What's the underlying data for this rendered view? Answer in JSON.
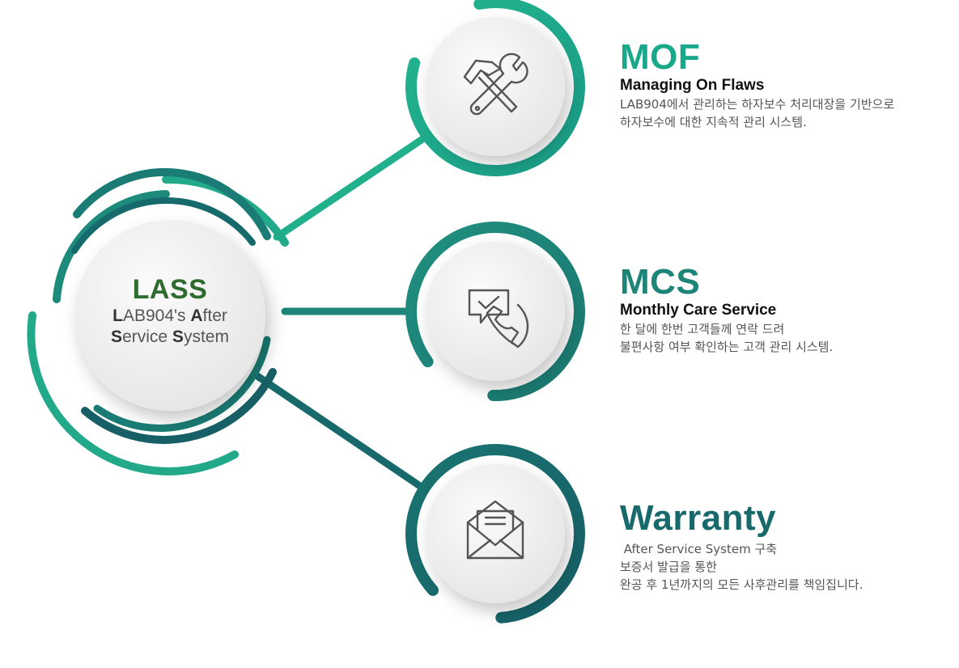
{
  "center": {
    "title": "LASS",
    "line1_parts": [
      {
        "bold": "L",
        "rest": "AB904's "
      },
      {
        "bold": "A",
        "rest": "fter"
      }
    ],
    "line2_parts": [
      {
        "bold": "S",
        "rest": "ervice "
      },
      {
        "bold": "S",
        "rest": "ystem"
      }
    ]
  },
  "items": [
    {
      "title": "MOF",
      "subtitle": "Managing On Flaws",
      "desc": [
        "LAB904에서 관리하는 하자보수 처리대장을 기반으로",
        "하자보수에 대한 지속적 관리 시스템."
      ],
      "icon": "tools-icon",
      "color": "#1aa88a"
    },
    {
      "title": "MCS",
      "subtitle": "Monthly Care Service",
      "desc": [
        "한 달에 한번 고객들께 연락 드려",
        "불편사항 여부 확인하는 고객 관리 시스템."
      ],
      "icon": "phone-chat-icon",
      "color": "#1d8578"
    },
    {
      "title": "Warranty",
      "subtitle": "",
      "desc": [
        " After Service System 구축",
        "보증서 발급을 통한",
        "완공 후 1년까지의 모든 사후관리를 책임집니다."
      ],
      "icon": "mail-icon",
      "color": "#17696b"
    }
  ],
  "colors": {
    "mof_green": "#1aa88a",
    "mcs_teal": "#1d8578",
    "warranty_teal": "#17696b",
    "center_title_green": "#2e6b2f",
    "icon_stroke": "#555555"
  }
}
